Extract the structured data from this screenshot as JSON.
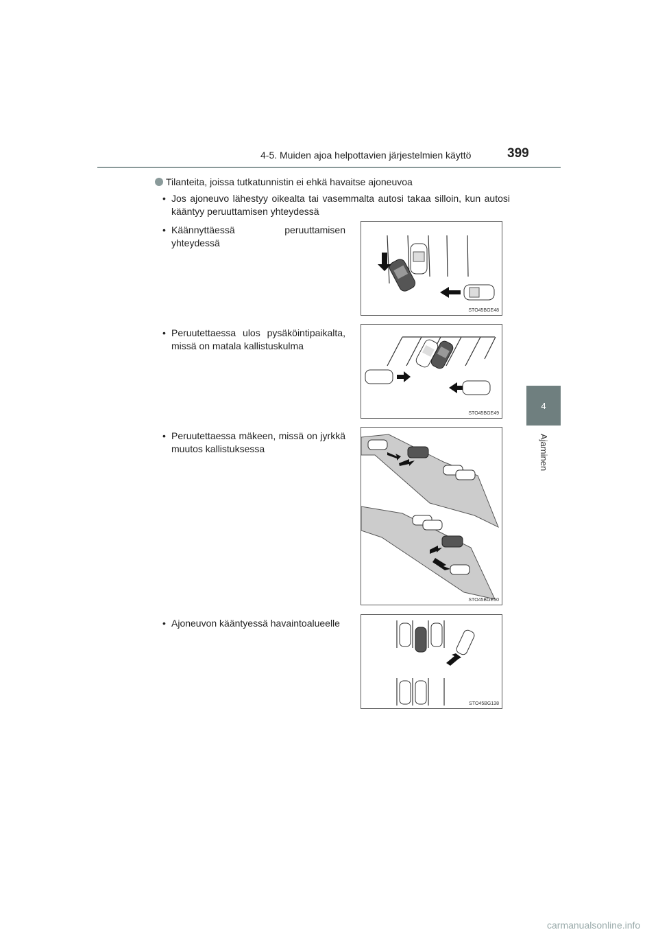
{
  "header": {
    "section": "4-5. Muiden ajoa helpottavien järjestelmien käyttö",
    "page": "399"
  },
  "tab": {
    "number": "4",
    "label": "Ajaminen"
  },
  "heading": "Tilanteita, joissa tutkatunnistin ei ehkä havaitse ajoneuvoa",
  "bullets": [
    {
      "text": "Jos ajoneuvo lähestyy oikealta tai vasemmalta autosi takaa silloin, kun autosi kääntyy peruuttamisen yhteydessä"
    },
    {
      "text": "Käännyttäessä peruuttamisen yhteydessä",
      "figure_code": "STO45BGE48"
    },
    {
      "text": "Peruutettaessa ulos pysäköintipaikalta, missä on matala kallistuskulma",
      "figure_code": "STO45BGE49"
    },
    {
      "text": "Peruutettaessa mäkeen, missä on jyrkkä muutos kallistuksessa",
      "figure_code": "STO45BGE50"
    },
    {
      "text": "Ajoneuvon kääntyessä havaintoalueelle",
      "figure_code": "STO45BG138"
    }
  ],
  "watermark": "carmanualsonline.info"
}
